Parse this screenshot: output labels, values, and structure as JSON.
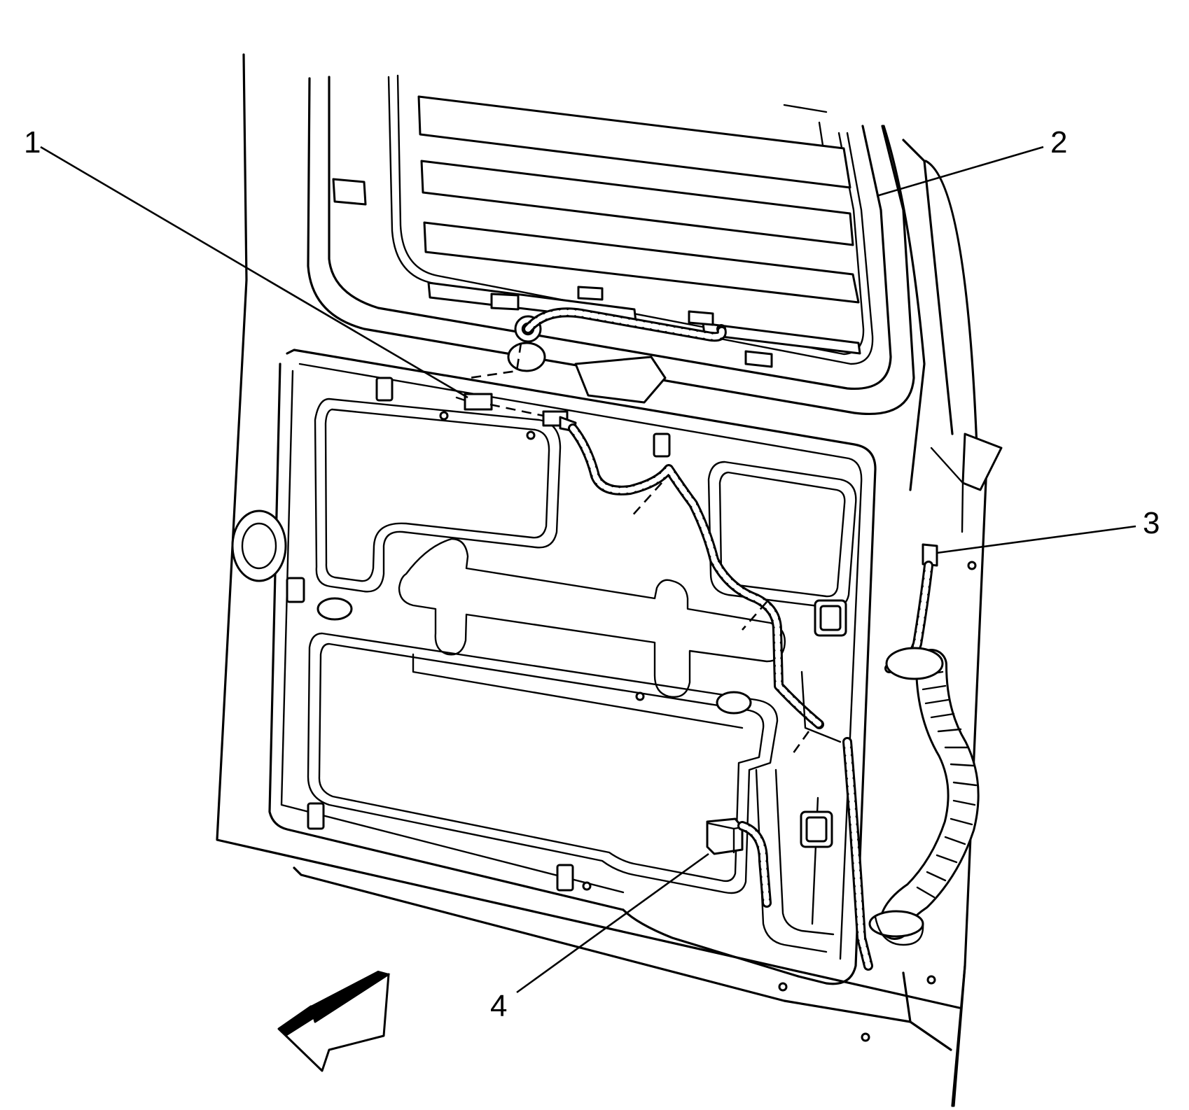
{
  "diagram": {
    "callouts": [
      {
        "id": "1",
        "label": "1"
      },
      {
        "id": "2",
        "label": "2"
      },
      {
        "id": "3",
        "label": "3"
      },
      {
        "id": "4",
        "label": "4"
      }
    ],
    "icons": [
      "view-direction-arrow-icon"
    ]
  }
}
